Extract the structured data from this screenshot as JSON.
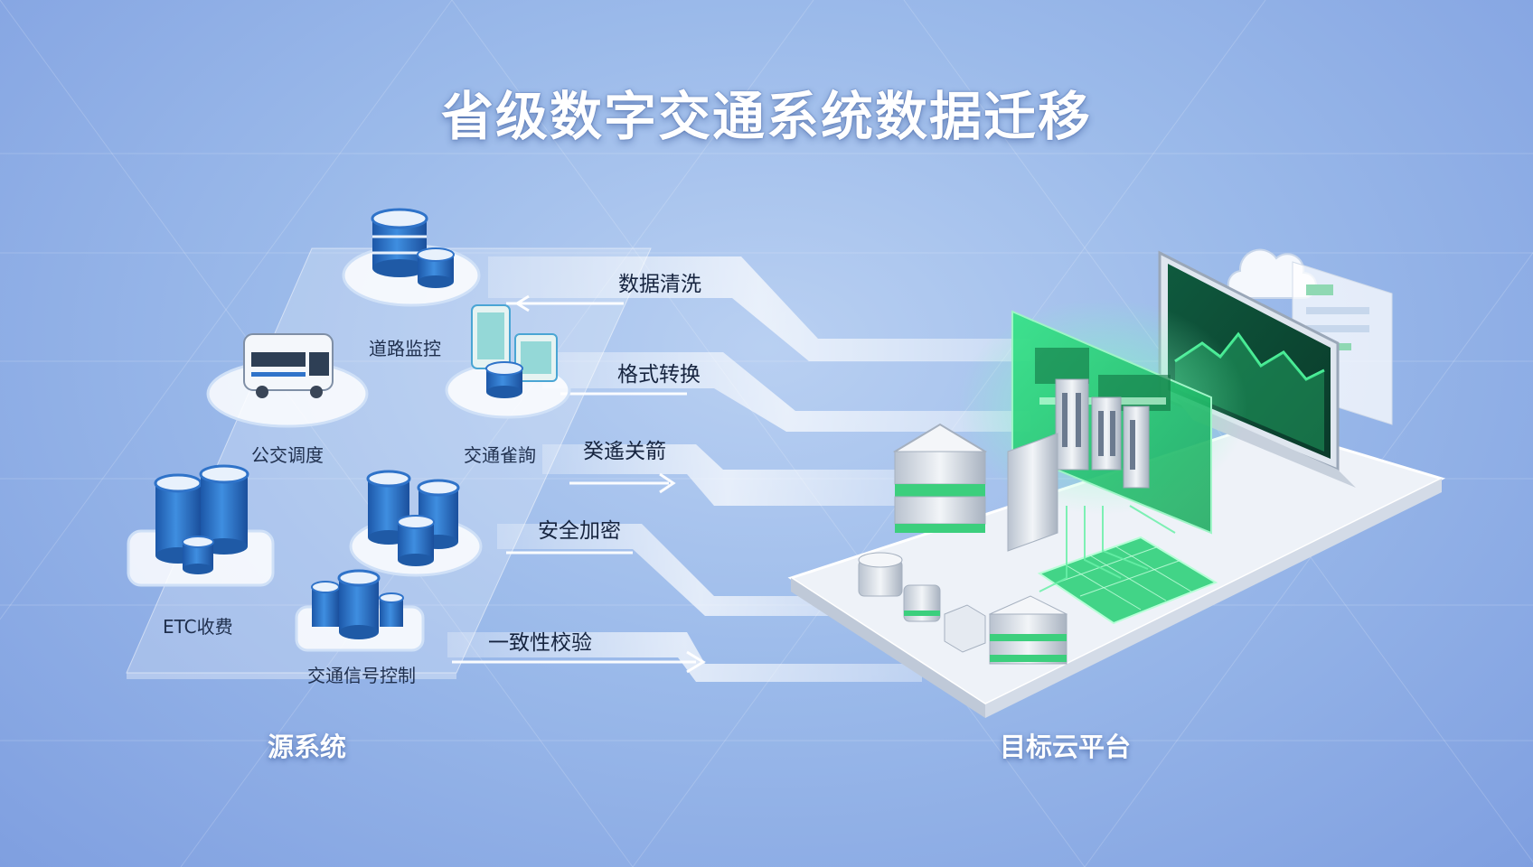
{
  "title": "省级数字交通系统数据迁移",
  "source": {
    "label": "源系统",
    "systems": [
      {
        "label": "道路监控",
        "icon": "database-stack-icon"
      },
      {
        "label": "公交调度",
        "icon": "bus-icon"
      },
      {
        "label": "交通雀詢",
        "icon": "mobile-terminal-icon"
      },
      {
        "label": "ETC收费",
        "icon": "database-stack-icon"
      },
      {
        "label": "交通信号控制",
        "icon": "database-stack-icon"
      }
    ]
  },
  "steps": [
    "数据清洗",
    "格式转换",
    "癸遙关箭",
    "安全加密",
    "一致性校验"
  ],
  "target": {
    "label": "目标云平台",
    "icons": [
      "cloud-icon",
      "monitor-chart-icon",
      "server-icon",
      "data-panel-icon"
    ]
  },
  "colors": {
    "accent_green": "#2fd07a",
    "db_blue": "#2f73c9",
    "background": "#9bbaea"
  }
}
